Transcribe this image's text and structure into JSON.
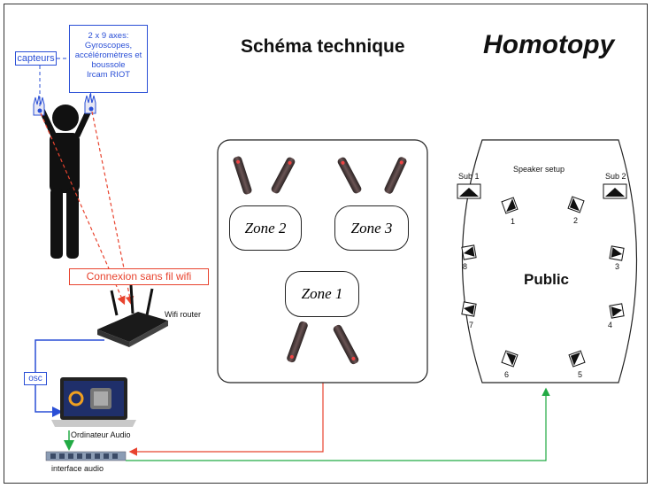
{
  "header": {
    "title": "Schéma technique",
    "brand": "Homotopy"
  },
  "sensors": {
    "label": "capteurs",
    "description": [
      "2 x 9 axes:",
      "Gyroscopes,",
      "accéléromètres et",
      "boussole",
      "Ircam RIOT"
    ]
  },
  "network": {
    "wifi_label": "Connexion sans fil wifi",
    "router_label": "Wifi router",
    "osc_label": "osc"
  },
  "computer": {
    "label": "Ordinateur Audio"
  },
  "audio_interface": {
    "label": "interface audio"
  },
  "zones": [
    {
      "name": "Zone 2"
    },
    {
      "name": "Zone 3"
    },
    {
      "name": "Zone 1"
    }
  ],
  "speaker_setup": {
    "title": "Speaker setup",
    "audience_label": "Public",
    "subs": [
      "Sub 1",
      "Sub 2"
    ],
    "speakers": [
      "1",
      "2",
      "3",
      "4",
      "5",
      "6",
      "7",
      "8"
    ]
  },
  "colors": {
    "sensor_blue": "#2a4fd6",
    "wifi_red": "#e8432e",
    "audio_green": "#22aa44",
    "mic_body": "#4a3a3a"
  }
}
